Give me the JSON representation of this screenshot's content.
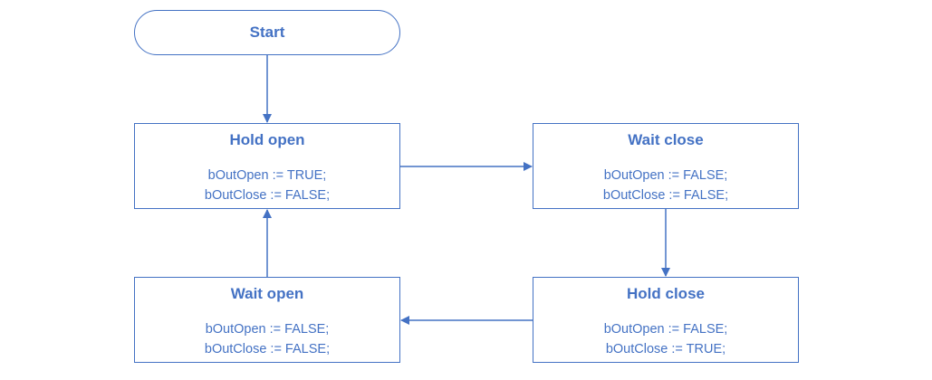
{
  "colors": {
    "stroke": "#4472c4",
    "text": "#4472c4",
    "background": "#ffffff"
  },
  "start": {
    "label": "Start"
  },
  "states": {
    "hold_open": {
      "title": "Hold open",
      "lines": [
        "bOutOpen := TRUE;",
        "bOutClose := FALSE;"
      ]
    },
    "wait_close": {
      "title": "Wait close",
      "lines": [
        "bOutOpen := FALSE;",
        "bOutClose := FALSE;"
      ]
    },
    "wait_open": {
      "title": "Wait open",
      "lines": [
        "bOutOpen := FALSE;",
        "bOutClose := FALSE;"
      ]
    },
    "hold_close": {
      "title": "Hold close",
      "lines": [
        "bOutOpen := FALSE;",
        "bOutClose := TRUE;"
      ]
    }
  },
  "transitions": [
    {
      "from": "Start",
      "to": "Hold open"
    },
    {
      "from": "Hold open",
      "to": "Wait close"
    },
    {
      "from": "Wait close",
      "to": "Hold close"
    },
    {
      "from": "Hold close",
      "to": "Wait open"
    },
    {
      "from": "Wait open",
      "to": "Hold open"
    }
  ]
}
